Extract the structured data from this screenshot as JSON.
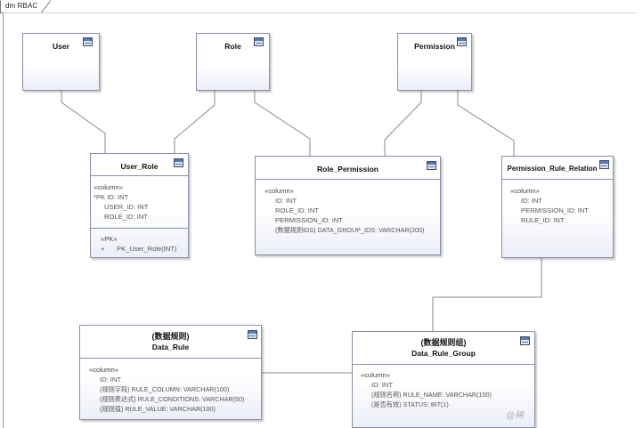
{
  "diagram": {
    "frame_label": "dm RBAC",
    "watermark": "@稀"
  },
  "entities": {
    "user": {
      "name": "User"
    },
    "role": {
      "name": "Role"
    },
    "permission": {
      "name": "Permission"
    },
    "user_role": {
      "name": "User_Role",
      "attr_stereotype": "«column»",
      "columns": [
        "*PK ID: INT",
        "USER_ID: INT",
        "ROLE_ID: INT"
      ],
      "op_stereotype": "«PK»",
      "operations": [
        {
          "visibility": "+",
          "name": "PK_User_Role(INT)"
        }
      ]
    },
    "role_permission": {
      "name": "Role_Permission",
      "attr_stereotype": "«column»",
      "columns": [
        "ID: INT",
        "ROLE_ID: INT",
        "PERMISSION_ID: INT",
        "(数据规则IDS) DATA_GROUP_IDS: VARCHAR(200)"
      ]
    },
    "permission_rule_relation": {
      "name": "Permission_Rule_Relation",
      "attr_stereotype": "«column»",
      "columns": [
        "ID: INT",
        "PERMISSION_ID: INT",
        "RULE_ID: INT"
      ]
    },
    "data_rule": {
      "stereotype": "(数据规则)",
      "name": "Data_Rule",
      "attr_stereotype": "«column»",
      "columns": [
        "ID: INT",
        "(规则字段) RULE_COLUMN: VARCHAR(100)",
        "(规则表达式) RULE_CONDITIONS: VARCHAR(50)",
        "(规则值) RULE_VALUE: VARCHAR(100)"
      ]
    },
    "data_rule_group": {
      "stereotype": "(数据规则组)",
      "name": "Data_Rule_Group",
      "attr_stereotype": "«column»",
      "columns": [
        "ID: INT",
        "(规则名称) RULE_NAME: VARCHAR(100)",
        "(是否有效) STATUS: BIT(1)"
      ]
    }
  },
  "connections": [
    {
      "from": "User",
      "to": "User_Role"
    },
    {
      "from": "Role",
      "to": "User_Role"
    },
    {
      "from": "Role",
      "to": "Role_Permission"
    },
    {
      "from": "Permission",
      "to": "Role_Permission"
    },
    {
      "from": "Permission",
      "to": "Permission_Rule_Relation"
    },
    {
      "from": "Permission_Rule_Relation",
      "to": "Data_Rule_Group"
    },
    {
      "from": "Data_Rule",
      "to": "Data_Rule_Group"
    }
  ]
}
